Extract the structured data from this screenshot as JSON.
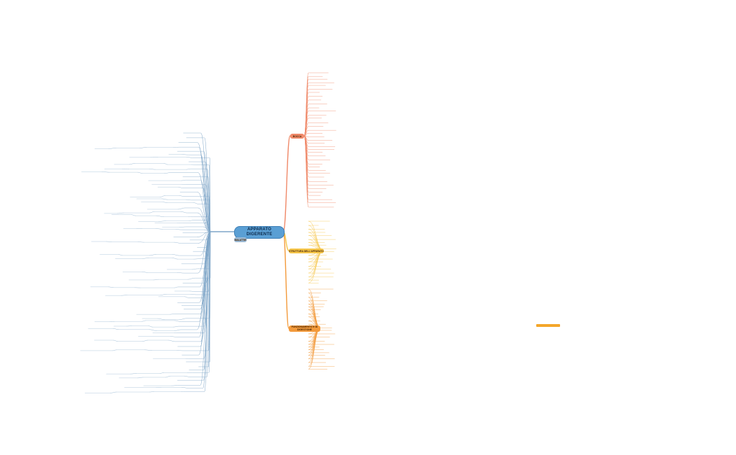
{
  "central": {
    "line1": "APPARATO",
    "line2": "DIGERENTE"
  },
  "branches": {
    "bocca": "BOCCA",
    "struttura": "STRUTTURA DELL'APPARATO",
    "funzionamento": "FUNZIONAMENTO E DI DIGESTIONE",
    "malattie": "MALATTIE"
  },
  "colors": {
    "bocca": "#f08a6a",
    "struttura": "#f6c64a",
    "funzionamento": "#f39a3b",
    "malattie": "#7fa6c8",
    "central": "#5a9fd4",
    "highlight": "#f4a62a"
  }
}
